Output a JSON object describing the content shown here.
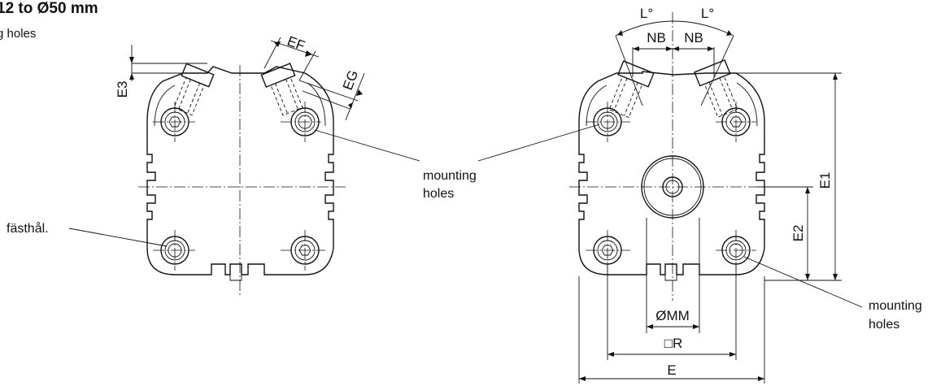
{
  "header": {
    "title": "12 to Ø50 mm",
    "subtitle": "g holes"
  },
  "left_view": {
    "callouts": {
      "mounting_holes_line1": "mounting",
      "mounting_holes_line2": "holes",
      "fasthal": "fästhål."
    },
    "dimensions": {
      "E3": "E3",
      "EF": "EF",
      "EG": "EG"
    }
  },
  "right_view": {
    "callouts": {
      "mounting_holes_left_line1": "mounting",
      "mounting_holes_left_line2": "holes",
      "mounting_holes_right_line1": "mounting",
      "mounting_holes_right_line2": "holes"
    },
    "dimensions": {
      "L_left": "L°",
      "L_right": "L°",
      "NB_left": "NB",
      "NB_right": "NB",
      "E1": "E1",
      "E2": "E2",
      "MM": "ØMM",
      "R": "□R",
      "E": "E"
    }
  }
}
